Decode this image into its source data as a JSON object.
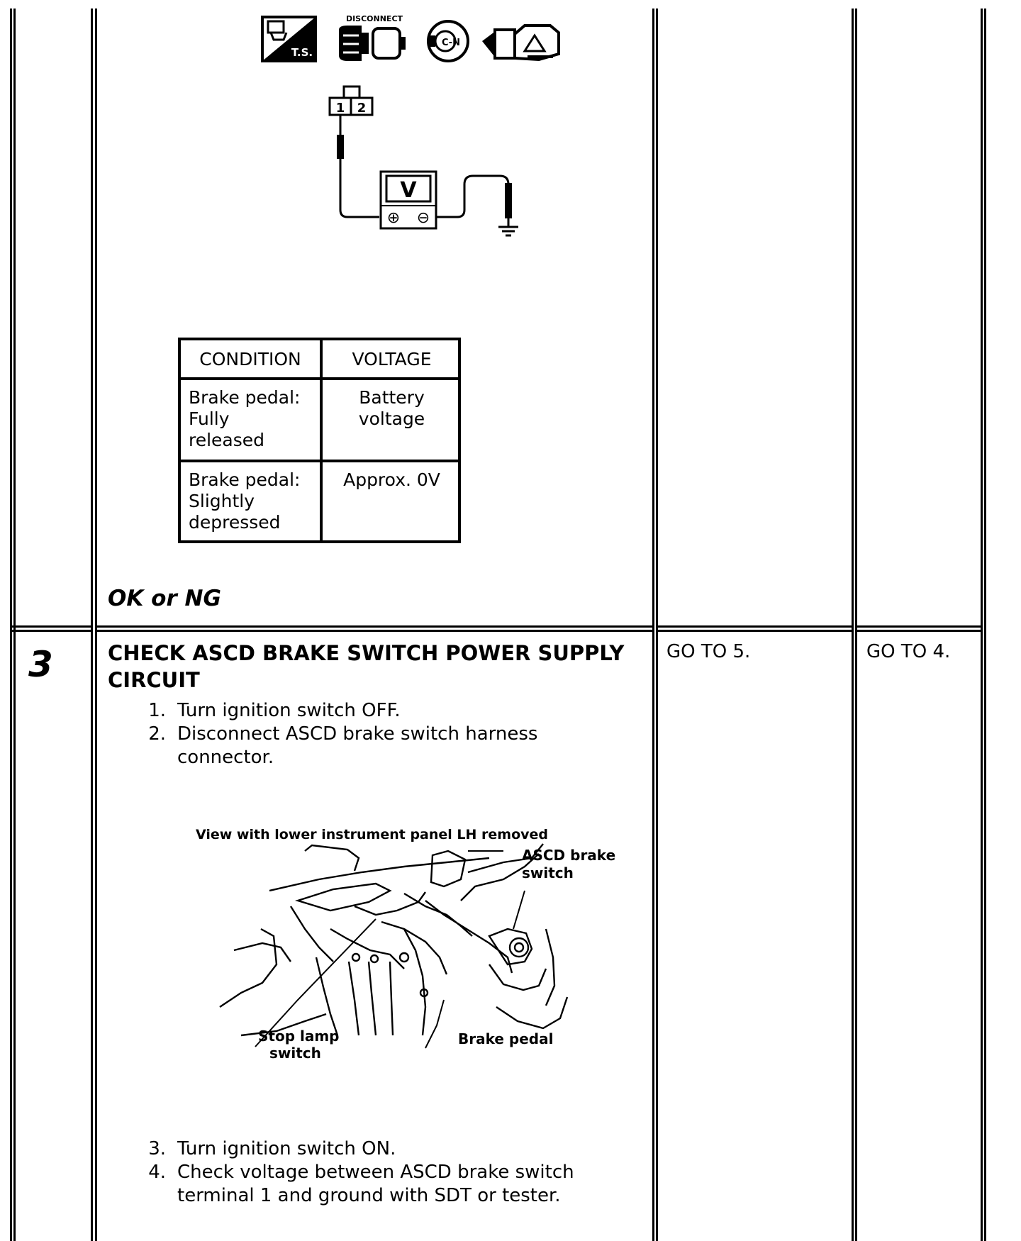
{
  "icons": {
    "ts_label": "T.S.",
    "disconnect_label": "DISCONNECT",
    "cn_label": "C-N"
  },
  "connector": {
    "pin1": "1",
    "pin2": "2"
  },
  "meter": {
    "label": "V",
    "plus": "⊕",
    "minus": "⊖"
  },
  "condition_table": {
    "headers": [
      "CONDITION",
      "VOLTAGE"
    ],
    "rows": [
      {
        "condition": [
          "Brake pedal:",
          "Fully",
          "released"
        ],
        "voltage": [
          "Battery",
          "voltage"
        ]
      },
      {
        "condition": [
          "Brake pedal:",
          "Slightly",
          "depressed"
        ],
        "voltage": [
          "Approx. 0V"
        ]
      }
    ]
  },
  "ok_or_ng": "OK or NG",
  "step3": {
    "number": "3",
    "title": "CHECK ASCD BRAKE SWITCH POWER SUPPLY CIRCUIT",
    "ok_result": "GO TO 5.",
    "ng_result": "GO TO 4.",
    "steps_before": [
      {
        "n": "1.",
        "text": "Turn ignition switch OFF."
      },
      {
        "n": "2.",
        "text": "Disconnect ASCD brake switch harness connector."
      }
    ],
    "steps_after": [
      {
        "n": "3.",
        "text": "Turn ignition switch ON."
      },
      {
        "n": "4.",
        "text": "Check voltage between ASCD brake switch terminal 1 and ground with SDT or tester."
      }
    ]
  },
  "illustration": {
    "caption": "View with lower instrument panel LH removed",
    "label_ascd_1": "ASCD brake",
    "label_ascd_2": "switch",
    "label_stop_1": "Stop lamp",
    "label_stop_2": "switch",
    "label_brake_pedal": "Brake pedal"
  },
  "colors": {
    "ink": "#000000",
    "paper": "#ffffff"
  }
}
